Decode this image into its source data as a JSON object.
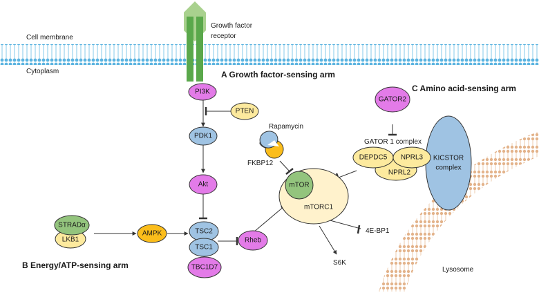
{
  "labels": {
    "cell_membrane": "Cell membrane",
    "cytoplasm": "Cytoplasm",
    "growth_factor_receptor_line1": "Growth factor",
    "growth_factor_receptor_line2": "receptor",
    "section_a": "A Growth factor-sensing arm",
    "section_b": "B Energy/ATP-sensing arm",
    "section_c": "C Amino acid-sensing arm",
    "rapamycin": "Rapamycin",
    "fkbp12": "FKBP12",
    "gator1_complex": "GATOR 1 complex",
    "lysosome": "Lysosome",
    "mtorc1": "mTORC1",
    "s6k": "S6K",
    "ebp1": "4E-BP1"
  },
  "nodes": {
    "pi3k": "PI3K",
    "pten": "PTEN",
    "pdk1": "PDK1",
    "akt": "Akt",
    "stradalpha": "STRADα",
    "lkb1": "LKB1",
    "ampk": "AMPK",
    "tsc2": "TSC2",
    "tsc1": "TSC1",
    "tbc1d7": "TBC1D7",
    "rheb": "Rheb",
    "mtor": "mTOR",
    "gator2": "GATOR2",
    "depdc5": "DEPDC5",
    "nprl3": "NPRL3",
    "nprl2": "NPRL2",
    "kicstor_line1": "KICSTOR",
    "kicstor_line2": "complex"
  },
  "colors": {
    "magenta": "#e37be8",
    "blue": "#9fc3e3",
    "yellow": "#fdea9e",
    "orange": "#fbbd1b",
    "green": "#93c47d",
    "receptor_green": "#5aa84b",
    "receptor_light": "#a9d18e",
    "membrane": "#5ab3e0",
    "lysosome": "#e8b890",
    "mtorc1_fill": "#fff2cc"
  }
}
